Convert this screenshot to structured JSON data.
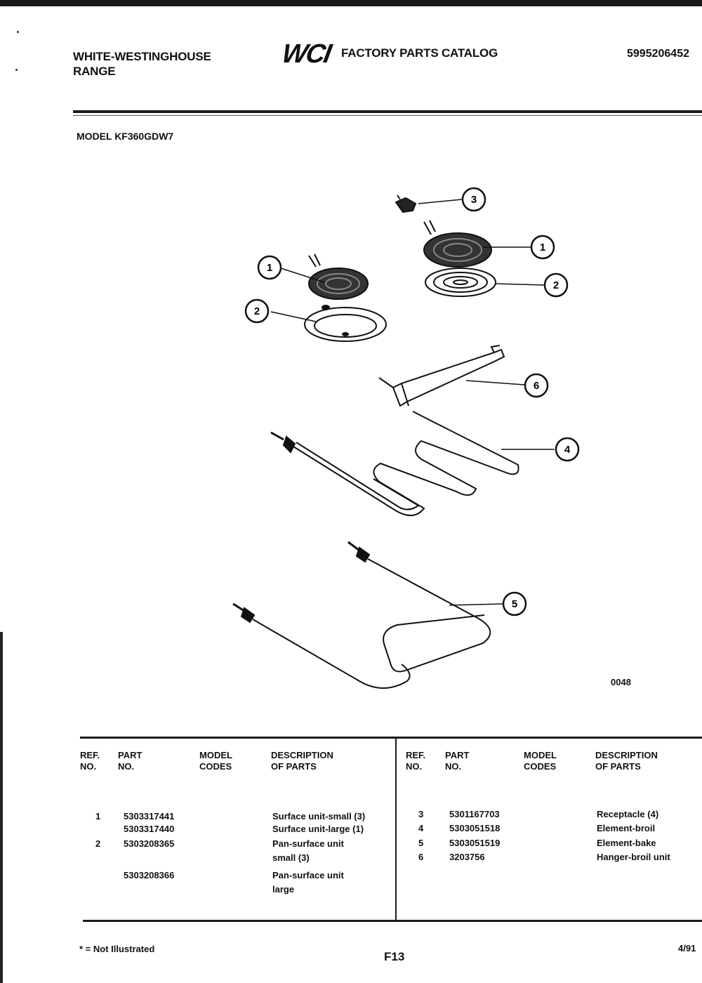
{
  "header": {
    "brand_line1": "WHITE-WESTINGHOUSE",
    "brand_line2": "RANGE",
    "logo": "WCI",
    "catalog_title": "FACTORY PARTS CATALOG",
    "catalog_number": "5995206452"
  },
  "model": "MODEL KF360GDW7",
  "diagram": {
    "drawing_code": "0048",
    "callouts": [
      "3",
      "1",
      "2",
      "1",
      "2",
      "6",
      "4",
      "5"
    ]
  },
  "table": {
    "headers": [
      "REF.\nNO.",
      "PART\nNO.",
      "MODEL\nCODES",
      "DESCRIPTION\nOF PARTS"
    ],
    "left_rows": [
      {
        "ref": "1",
        "part": "5303317441",
        "desc": "Surface unit-small (3)"
      },
      {
        "ref": "",
        "part": "5303317440",
        "desc": "Surface unit-large (1)"
      },
      {
        "ref": "2",
        "part": "5303208365",
        "desc": "Pan-surface unit"
      },
      {
        "ref": "",
        "part": "",
        "desc": "small (3)"
      },
      {
        "ref": "",
        "part": "5303208366",
        "desc": "Pan-surface unit"
      },
      {
        "ref": "",
        "part": "",
        "desc": "large"
      }
    ],
    "right_rows": [
      {
        "ref": "3",
        "part": "5301167703",
        "desc": "Receptacle (4)"
      },
      {
        "ref": "4",
        "part": "5303051518",
        "desc": "Element-broil"
      },
      {
        "ref": "5",
        "part": "5303051519",
        "desc": "Element-bake"
      },
      {
        "ref": "6",
        "part": "3203756",
        "desc": "Hanger-broil unit"
      }
    ]
  },
  "footer": {
    "note": "* = Not Illustrated",
    "page": "F13",
    "date": "4/91"
  }
}
